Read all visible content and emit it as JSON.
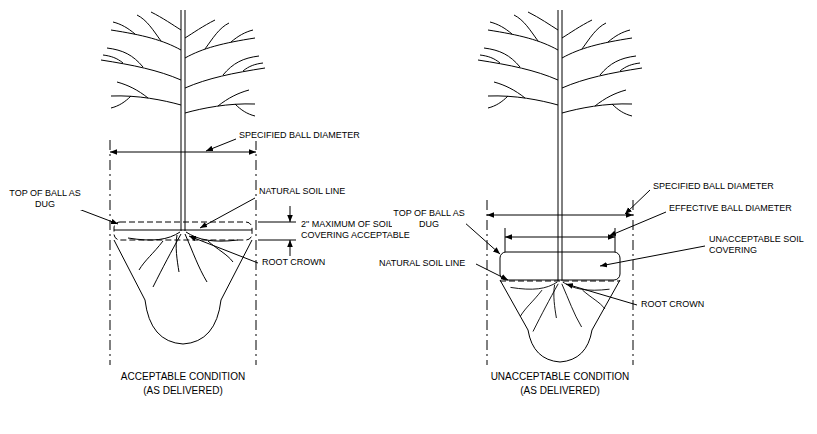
{
  "diagram": {
    "labels": [
      "SPECIFIED BALL DIAMETER",
      "TOP OF BALL AS DUG",
      "NATURAL SOIL LINE",
      "2\" MAXIMUM OF SOIL COVERING ACCEPTABLE",
      "ROOT CROWN",
      "ACCEPTABLE CONDITION",
      "(AS DELIVERED)",
      "SPECIFIED BALL DIAMETER",
      "EFFECTIVE BALL DIAMETER",
      "TOP OF BALL AS DUG",
      "NATURAL SOIL LINE",
      "UNACCEPTABLE SOIL COVERING",
      "ROOT CROWN",
      "UNACCEPTABLE CONDITION",
      "(AS DELIVERED)"
    ]
  }
}
